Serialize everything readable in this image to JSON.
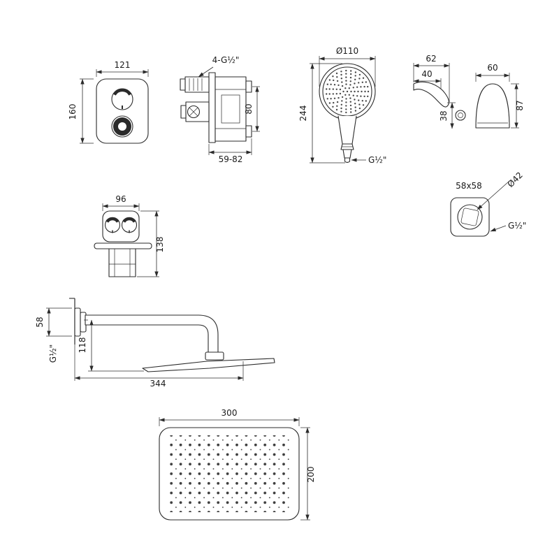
{
  "page": {
    "bg_color": "#ffffff",
    "line_color": "#2b2b2b",
    "text_color": "#1a1a1a"
  },
  "diagram": {
    "trim_plate_front": {
      "width": "121",
      "height": "160"
    },
    "valve_side": {
      "threads": "4-G½\"",
      "port_spacing": "80",
      "depth_range": "59-82"
    },
    "hand_shower": {
      "head_diameter": "Ø110",
      "length": "244",
      "thread": "G½\""
    },
    "wall_bracket": {
      "width": "62",
      "inner_width": "40",
      "height": "38"
    },
    "holder_cup": {
      "width": "60",
      "height": "87"
    },
    "wall_elbow": {
      "face_size": "58x58",
      "rosette_diameter": "Ø42",
      "thread": "G½\""
    },
    "valve_top": {
      "width": "96",
      "depth": "138"
    },
    "shower_arm": {
      "flange": "58",
      "thread": "G½\"",
      "drop": "118",
      "reach": "344"
    },
    "head_face": {
      "width": "300",
      "height": "200"
    }
  }
}
